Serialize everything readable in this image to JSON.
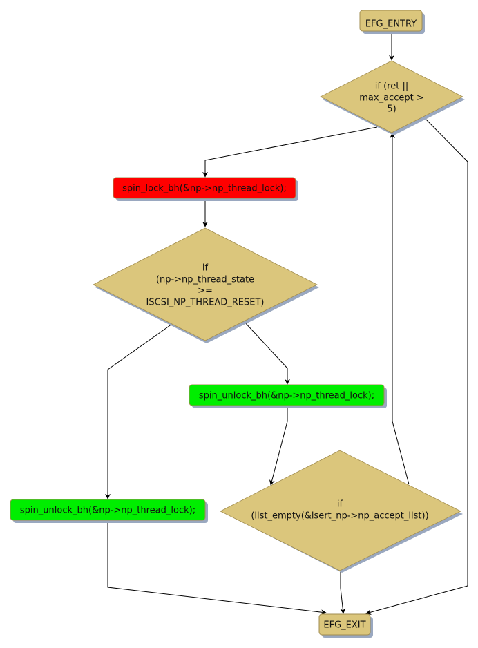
{
  "diagram": {
    "type": "control-flow-graph",
    "colors": {
      "decision": "#dbc67c",
      "terminal": "#dbc67c",
      "lock": "#ff0000",
      "unlock": "#00ee00",
      "border": "#a08c50",
      "shadow": "#9aa8c0"
    },
    "nodes": {
      "entry": {
        "lines": [
          "EFG_ENTRY"
        ],
        "kind": "terminal"
      },
      "cond_ret": {
        "lines": [
          "if (ret ||",
          "max_accept >",
          "5)"
        ],
        "kind": "decision"
      },
      "lock": {
        "lines": [
          "spin_lock_bh(&np->np_thread_lock);"
        ],
        "kind": "lock"
      },
      "cond_state": {
        "lines": [
          "if",
          "(np->np_thread_state",
          ">=",
          "ISCSI_NP_THREAD_RESET)"
        ],
        "kind": "decision"
      },
      "unlock_right": {
        "lines": [
          "spin_unlock_bh(&np->np_thread_lock);"
        ],
        "kind": "unlock"
      },
      "unlock_left": {
        "lines": [
          "spin_unlock_bh(&np->np_thread_lock);"
        ],
        "kind": "unlock"
      },
      "cond_list": {
        "lines": [
          "if",
          "(list_empty(&isert_np->np_accept_list))"
        ],
        "kind": "decision"
      },
      "exit": {
        "lines": [
          "EFG_EXIT"
        ],
        "kind": "terminal"
      }
    },
    "edges": [
      {
        "from": "entry",
        "to": "cond_ret"
      },
      {
        "from": "cond_ret",
        "to": "lock"
      },
      {
        "from": "cond_ret",
        "to": "exit"
      },
      {
        "from": "lock",
        "to": "cond_state"
      },
      {
        "from": "cond_state",
        "to": "unlock_left"
      },
      {
        "from": "cond_state",
        "to": "unlock_right"
      },
      {
        "from": "unlock_right",
        "to": "cond_list"
      },
      {
        "from": "cond_list",
        "to": "cond_ret"
      },
      {
        "from": "cond_list",
        "to": "exit"
      },
      {
        "from": "unlock_left",
        "to": "exit"
      }
    ]
  }
}
